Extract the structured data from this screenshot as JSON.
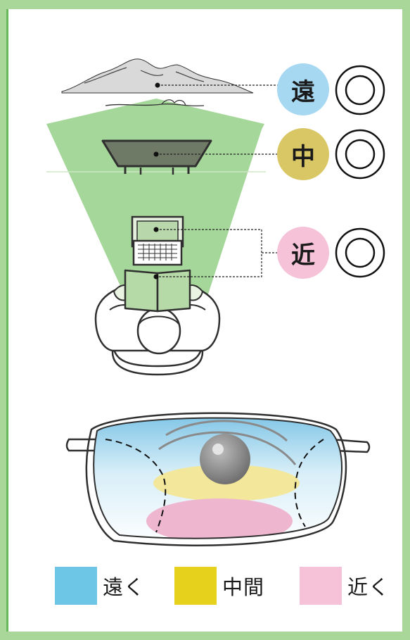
{
  "badges": {
    "far": {
      "label": "遠",
      "color": "#a6d8f2"
    },
    "mid": {
      "label": "中",
      "color": "#d9c766"
    },
    "near": {
      "label": "近",
      "color": "#f6c2d7"
    }
  },
  "legend": [
    {
      "label": "遠く",
      "color": "#6ec6e6"
    },
    {
      "label": "中間",
      "color": "#e6d21d"
    },
    {
      "label": "近く",
      "color": "#f6c2d7"
    }
  ],
  "colors": {
    "background": "#a9d79a",
    "accent_bar": "#67b95a",
    "field_of_view": "#a6d79a"
  },
  "icons": [
    "mountain-icon",
    "tv-monitor-icon",
    "laptop-icon",
    "open-book-icon",
    "person-top-view-icon",
    "glasses-lens-icon",
    "double-circle-icon"
  ]
}
